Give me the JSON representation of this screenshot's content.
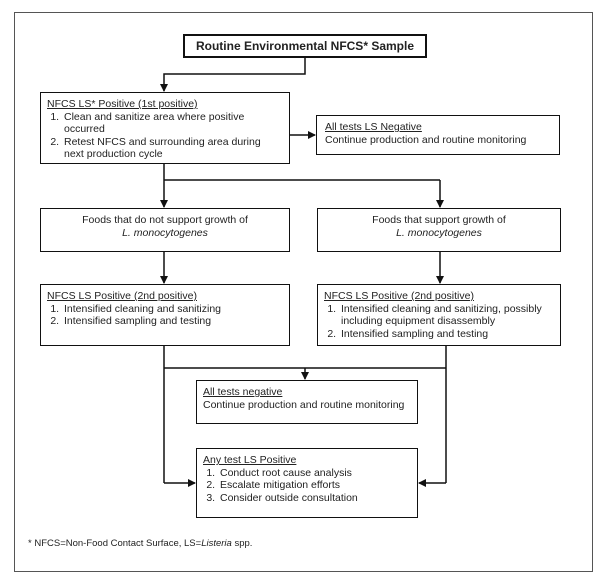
{
  "title": "Routine Environmental NFCS* Sample",
  "first_positive": {
    "heading": "NFCS LS* Positive (1st positive)",
    "items": [
      "Clean and sanitize area where positive occurred",
      "Retest NFCS and surrounding area during next production cycle"
    ]
  },
  "all_tests_negative_1": {
    "heading": "All tests LS Negative",
    "text": "Continue production and routine monitoring"
  },
  "no_support": {
    "line1": "Foods that do not support growth of",
    "organism": "L. monocytogenes"
  },
  "support": {
    "line1": "Foods that support growth of",
    "organism": "L. monocytogenes"
  },
  "second_positive_left": {
    "heading": "NFCS LS Positive (2nd positive)",
    "items": [
      "Intensified cleaning and sanitizing",
      "Intensified sampling and testing"
    ]
  },
  "second_positive_right": {
    "heading": "NFCS LS Positive (2nd positive)",
    "items": [
      "Intensified cleaning and sanitizing, possibly including equipment disassembly",
      "Intensified sampling and testing"
    ]
  },
  "all_tests_negative_2": {
    "heading": "All tests negative",
    "text": "Continue production and routine monitoring"
  },
  "any_positive": {
    "heading": "Any test LS Positive",
    "items": [
      "Conduct root cause analysis",
      "Escalate mitigation efforts",
      "Consider outside consultation"
    ]
  },
  "footnote": {
    "prefix": "* NFCS=Non-Food Contact Surface, LS=",
    "italic": "Listeria",
    "suffix": " spp."
  }
}
